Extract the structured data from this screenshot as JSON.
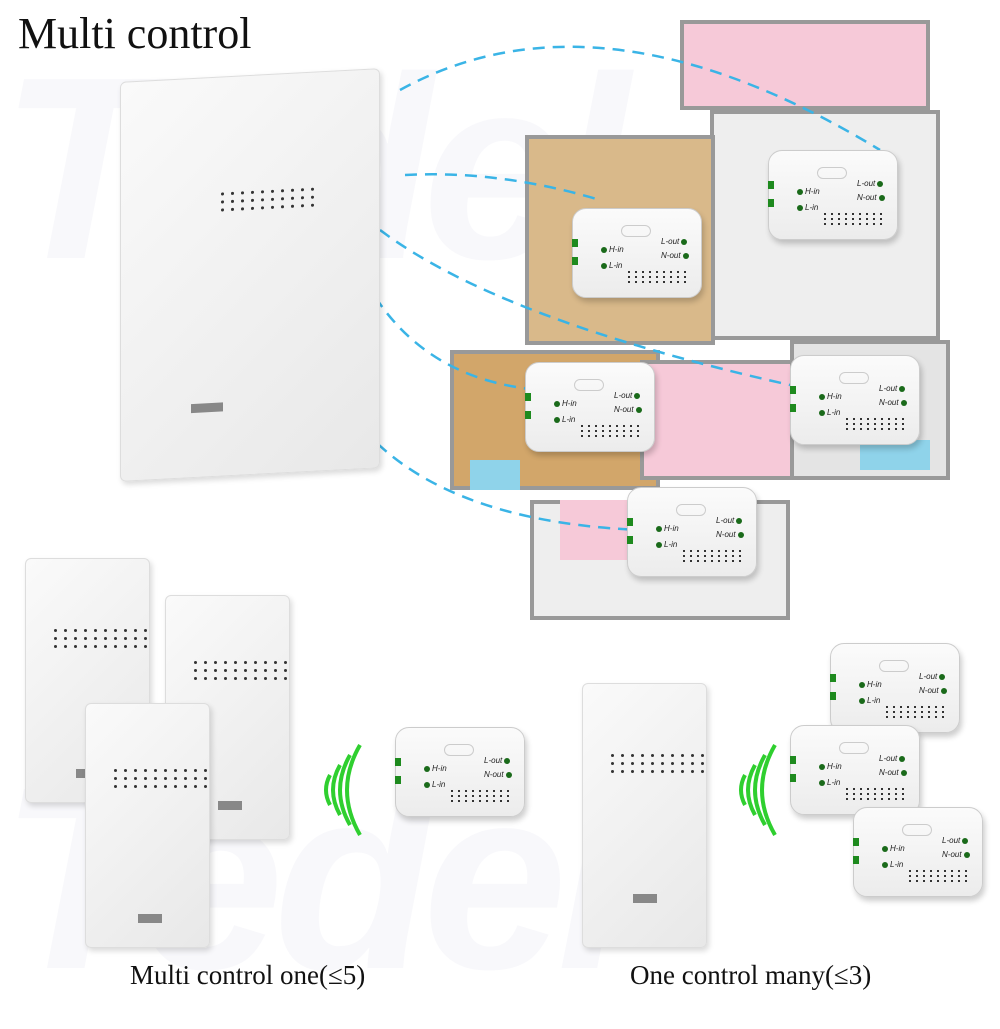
{
  "title": "Multi control",
  "watermark": "Tedellin",
  "captions": {
    "left": "Multi control one(≤5)",
    "right": "One control many(≤3)"
  },
  "receiver_labels": {
    "h_in": "H-in",
    "l_in": "L-in",
    "l_out": "L-out",
    "n_out": "N-out"
  },
  "colors": {
    "signal_dash": "#3ab4e6",
    "wave": "#2fcf2f",
    "pink": "#f6c9d8",
    "blue": "#8fd3ea",
    "wood": "#c8a06a"
  }
}
